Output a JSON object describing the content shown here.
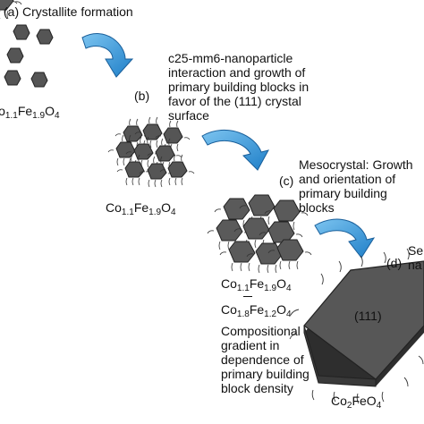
{
  "stage_a": {
    "label": "(a) Crystallite formation",
    "formula": {
      "p1": "Co",
      "s1": "1.1",
      "p2": "Fe",
      "s2": "1.9",
      "p3": "O",
      "s3": "4"
    }
  },
  "stage_b": {
    "label": "(b)",
    "description": "c25-mm6-nanoparticle interaction and growth of primary building blocks in favor of the (111) crystal surface",
    "formula": {
      "p1": "Co",
      "s1": "1.1",
      "p2": "Fe",
      "s2": "1.9",
      "p3": "O",
      "s3": "4"
    }
  },
  "stage_c": {
    "label": "(c)",
    "description": "Mesocrystal: Growth and orientation of primary building blocks",
    "formula_top": {
      "p1": "Co",
      "s1": "1.1",
      "p2": "Fe",
      "s2": "1.9",
      "p3": "O",
      "s3": "4"
    },
    "formula_bottom": {
      "p1": "Co",
      "s1": "1.8",
      "p2": "Fe",
      "s2": "1.2",
      "p3": "O",
      "s3": "4"
    },
    "gradient_note": "Compositional gradient in dependence of primary building block density"
  },
  "stage_d": {
    "label": "(d)",
    "text_partial": "Se na",
    "facet_label": "(111)",
    "formula": {
      "p1": "Co",
      "s1": "2",
      "p2": "FeO",
      "s2": "4"
    }
  },
  "colors": {
    "arrow": "#2f8fd6",
    "hexagon": "#555555",
    "plate": "#575757"
  }
}
